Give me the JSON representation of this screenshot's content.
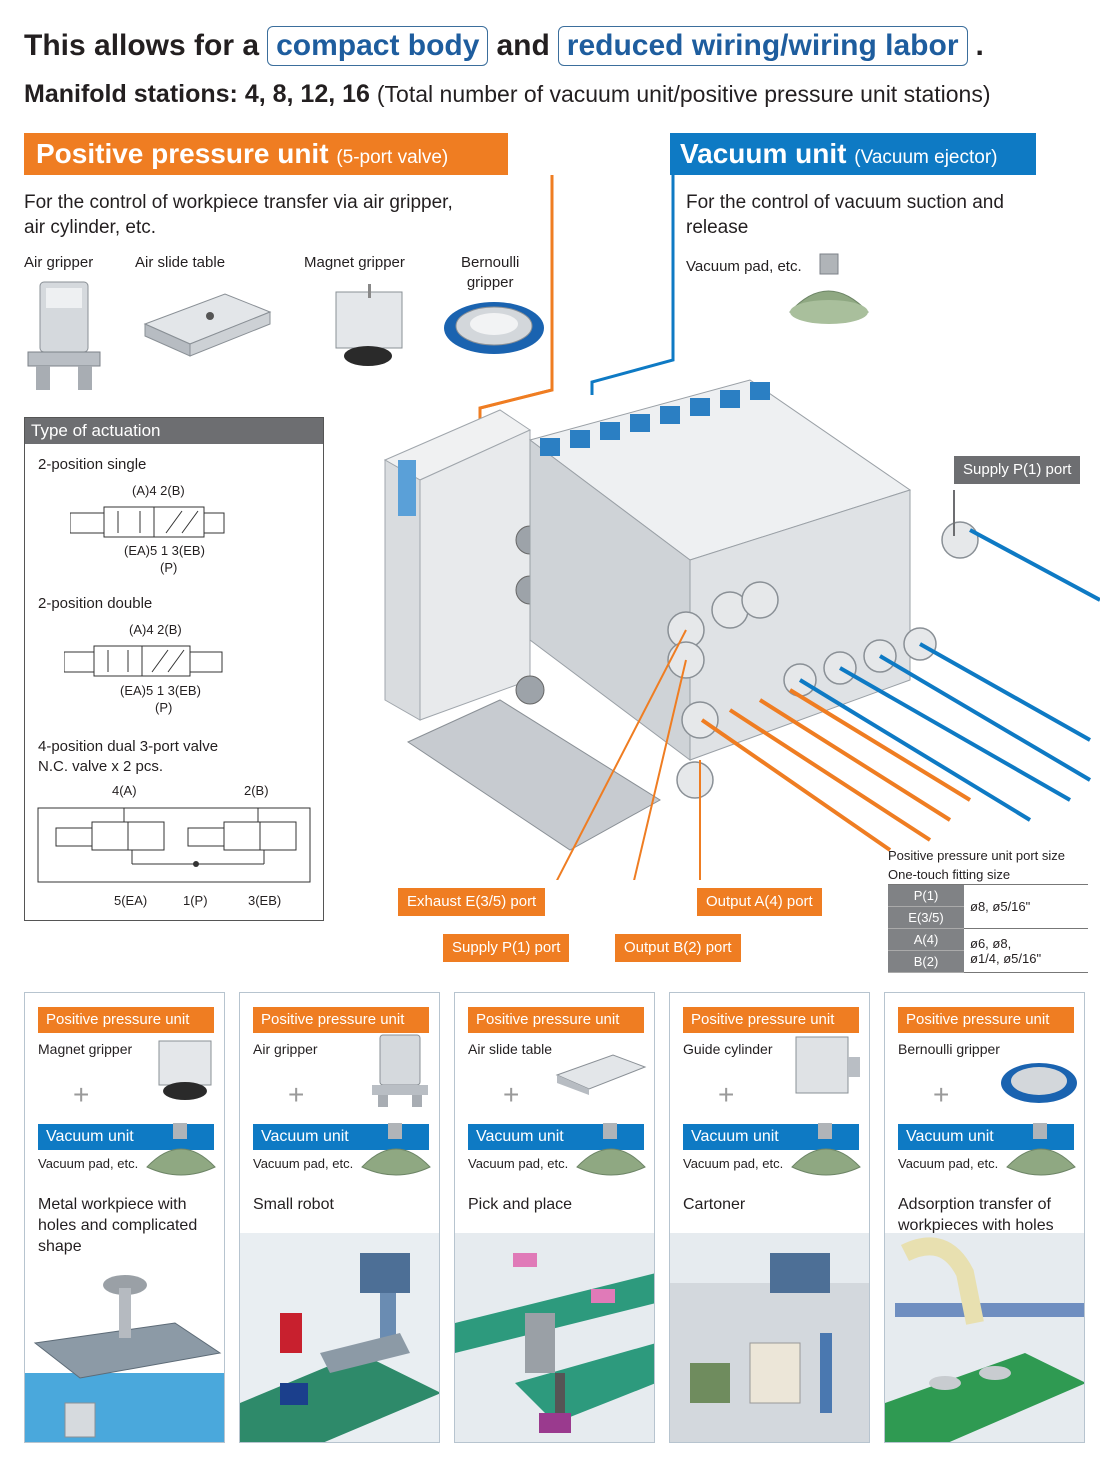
{
  "headline": {
    "prefix": "This allows for a",
    "box1": "compact body",
    "mid": "and",
    "box2": "reduced wiring/wiring labor",
    "suffix": "."
  },
  "manifold": {
    "bold": "Manifold stations: 4, 8, 12, 16",
    "note": "(Total number of vacuum unit/positive pressure unit stations)"
  },
  "positive": {
    "title": "Positive pressure unit",
    "subtitle": "(5-port valve)",
    "desc_line1": "For the control of workpiece transfer via air gripper,",
    "desc_line2": "air cylinder, etc.",
    "items": [
      "Air gripper",
      "Air slide table",
      "Magnet gripper",
      "Bernoulli",
      "gripper"
    ]
  },
  "vacuum": {
    "title": "Vacuum unit",
    "subtitle": "(Vacuum ejector)",
    "desc_line1": "For the control of vacuum suction and",
    "desc_line2": "release",
    "item": "Vacuum pad, etc."
  },
  "actuation": {
    "title": "Type of actuation",
    "single": {
      "name": "2-position single",
      "top": "(A)4   2(B)",
      "bottom": "(EA)5  1  3(EB)",
      "p": "(P)"
    },
    "double": {
      "name": "2-position double",
      "top": "(A)4   2(B)",
      "bottom": "(EA)5  1  3(EB)",
      "p": "(P)"
    },
    "dual": {
      "name": "4-position dual 3-port valve",
      "name2": "N.C. valve x 2 pcs.",
      "a": "4(A)",
      "b": "2(B)",
      "ea": "5(EA)",
      "p": "1(P)",
      "eb": "3(EB)"
    }
  },
  "callouts": {
    "supply_right": "Supply P(1) port",
    "exhaust": "Exhaust E(3/5) port",
    "output_a": "Output A(4) port",
    "supply_bottom": "Supply P(1) port",
    "output_b": "Output B(2) port"
  },
  "port_size": {
    "title1": "Positive pressure unit port size",
    "title2": "One-touch fitting size",
    "rows": [
      {
        "k1": "P(1)",
        "k2": "E(3/5)",
        "v1": "ø8, ø5/16\"",
        "v2": ""
      },
      {
        "k1": "A(4)",
        "k2": "B(2)",
        "v1": "ø6, ø8,",
        "v2": "ø1/4, ø5/16\""
      }
    ]
  },
  "panels": [
    {
      "tag_pos": "Positive pressure unit",
      "item": "Magnet gripper",
      "tag_vac": "Vacuum unit",
      "vac_item": "Vacuum pad, etc.",
      "app": "Metal workpiece with holes and complicated shape"
    },
    {
      "tag_pos": "Positive pressure unit",
      "item": "Air gripper",
      "tag_vac": "Vacuum unit",
      "vac_item": "Vacuum pad, etc.",
      "app": "Small robot"
    },
    {
      "tag_pos": "Positive pressure unit",
      "item": "Air slide table",
      "tag_vac": "Vacuum unit",
      "vac_item": "Vacuum pad, etc.",
      "app": "Pick and place"
    },
    {
      "tag_pos": "Positive pressure unit",
      "item": "Guide cylinder",
      "tag_vac": "Vacuum unit",
      "vac_item": "Vacuum pad, etc.",
      "app": "Cartoner"
    },
    {
      "tag_pos": "Positive pressure unit",
      "item": "Bernoulli gripper",
      "tag_vac": "Vacuum unit",
      "vac_item": "Vacuum pad, etc.",
      "app": "Adsorption transfer of workpieces with holes and/or uneven surfaces"
    }
  ],
  "colors": {
    "orange": "#ef7d22",
    "blue": "#0e7ac4",
    "gray": "#6d6e71",
    "pad_green": "#8fa882"
  }
}
